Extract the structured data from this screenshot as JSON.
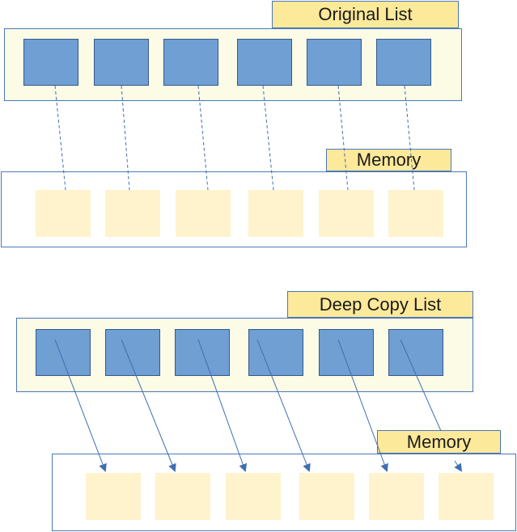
{
  "original": {
    "title": "Original List",
    "item_count": 6,
    "memory_label": "Memory",
    "memory_cell_count": 6
  },
  "deep_copy": {
    "title": "Deep Copy List",
    "item_count": 6,
    "memory_label": "Memory",
    "memory_cell_count": 6
  },
  "colors": {
    "item_fill": "#6f9fd3",
    "memory_cell_fill": "#fef3cc",
    "label_fill": "#fde99a",
    "list_panel_fill": "#fbfbe6",
    "border": "#4a78b8",
    "link_stroke": "#3e6fb0"
  },
  "icons": {
    "link_arrow": "arrow-icon"
  }
}
